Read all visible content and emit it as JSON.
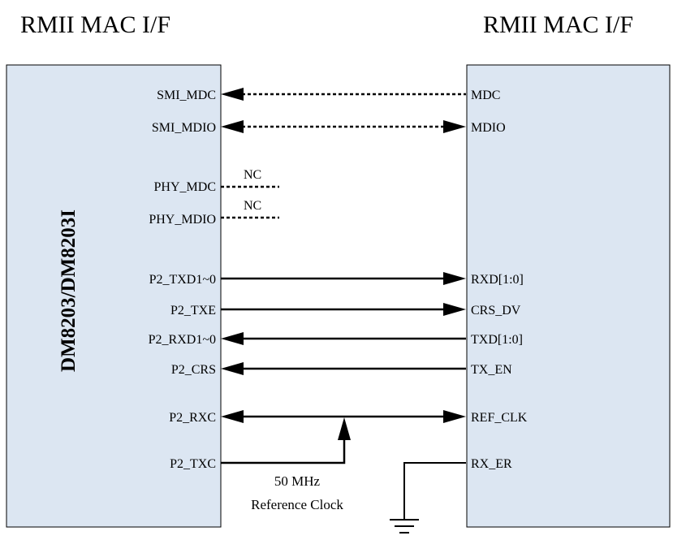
{
  "headers": {
    "left": "RMII MAC I/F",
    "right": "RMII MAC I/F"
  },
  "chip_label": "DM8203/DM8203I",
  "left_pins": {
    "smi_mdc": "SMI_MDC",
    "smi_mdio": "SMI_MDIO",
    "phy_mdc": "PHY_MDC",
    "phy_mdio": "PHY_MDIO",
    "p2_txd": "P2_TXD1~0",
    "p2_txe": "P2_TXE",
    "p2_rxd": "P2_RXD1~0",
    "p2_crs": "P2_CRS",
    "p2_rxc": "P2_RXC",
    "p2_txc": "P2_TXC"
  },
  "right_pins": {
    "mdc": "MDC",
    "mdio": "MDIO",
    "rxd": "RXD[1:0]",
    "crs_dv": "CRS_DV",
    "txd": "TXD[1:0]",
    "tx_en": "TX_EN",
    "ref_clk": "REF_CLK",
    "rx_er": "RX_ER"
  },
  "nc_labels": [
    "NC",
    "NC"
  ],
  "clock": {
    "line1": "50 MHz",
    "line2": "Reference Clock"
  }
}
